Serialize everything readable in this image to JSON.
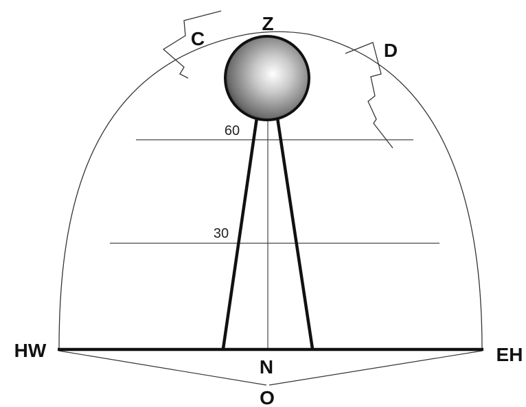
{
  "labels": {
    "zenith": "Z",
    "c": "C",
    "d": "D",
    "west": "HW",
    "east": "EH",
    "north": "N",
    "observer": "O"
  },
  "altitude_marks": {
    "high": "60",
    "low": "30"
  },
  "colors": {
    "ink": "#111111",
    "thin_line": "#444444",
    "sphere_light": "#ffffff",
    "sphere_dark": "#2e2e2e"
  }
}
